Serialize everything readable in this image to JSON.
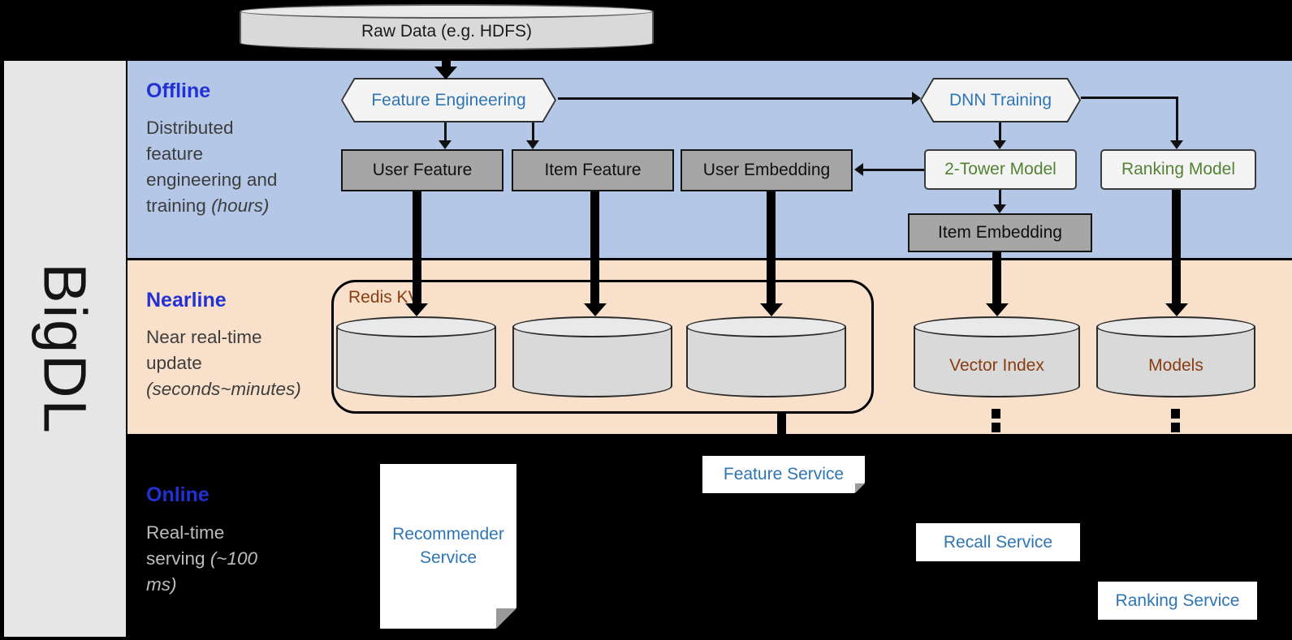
{
  "colors": {
    "offline_band": "#b4c7e7",
    "nearline_band": "#f9e0cb",
    "band_title": "#2231d3",
    "node_blue": "#2e75b6",
    "node_green": "#548235",
    "node_brown": "#8a3c10",
    "dark_box": "#a6a6a6",
    "light_box": "#f4f4f4",
    "cylinder_fill": "#d9d9d9",
    "sidebar": "#e6e6e6"
  },
  "sidebar": {
    "brand": "BigDL"
  },
  "source": {
    "label": "Raw Data (e.g. HDFS)"
  },
  "bands": {
    "offline": {
      "title": "Offline",
      "description": "Distributed feature engineering and training",
      "duration": "(hours)"
    },
    "nearline": {
      "title": "Nearline",
      "description": "Near real-time update",
      "duration": "(seconds~minutes)"
    },
    "online": {
      "title": "Online",
      "description": "Real-time serving",
      "duration": "(~100 ms)"
    }
  },
  "offline_nodes": {
    "feature_engineering": "Feature Engineering",
    "dnn_training": "DNN Training",
    "user_feature": "User Feature",
    "item_feature": "Item Feature",
    "user_embedding": "User Embedding",
    "two_tower_model": "2-Tower Model",
    "ranking_model": "Ranking Model",
    "item_embedding": "Item Embedding"
  },
  "nearline_nodes": {
    "redis_kv": "Redis KV",
    "vector_index": "Vector Index",
    "models": "Models"
  },
  "online_nodes": {
    "feature_service": "Feature Service",
    "recommender_service": "Recommender Service",
    "recall_service": "Recall Service",
    "ranking_service": "Ranking Service"
  }
}
